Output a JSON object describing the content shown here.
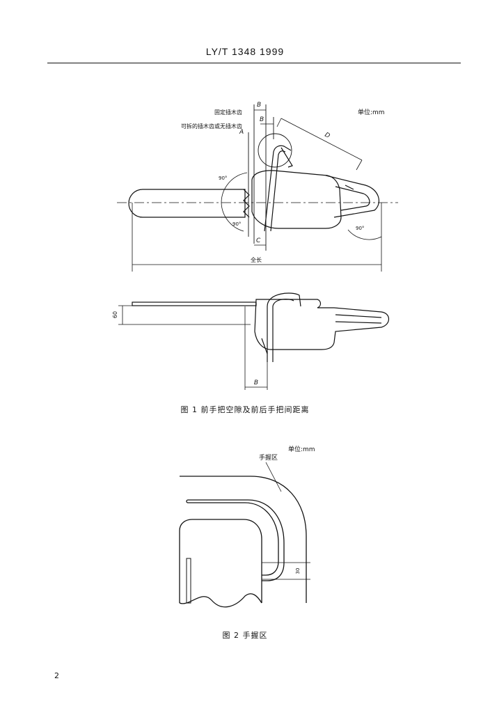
{
  "header": {
    "code": "LY/T 1348  1999"
  },
  "figure1": {
    "unit_label": "单位:mm",
    "label_fixed_teeth": "固定插木齿",
    "label_removable_teeth": "可拆的插木齿或无插木齿",
    "dim_A": "A",
    "dim_B": "B",
    "dim_C": "C",
    "dim_D": "D",
    "angle_90": "90°",
    "total_length": "全长",
    "height_60": "60",
    "caption": "图 1   前手把空隙及前后手把间距离"
  },
  "figure2": {
    "unit_label": "单位:mm",
    "grip_zone": "手握区",
    "dim_30": "30",
    "caption": "图 2   手握区"
  },
  "page": {
    "number": "2"
  }
}
